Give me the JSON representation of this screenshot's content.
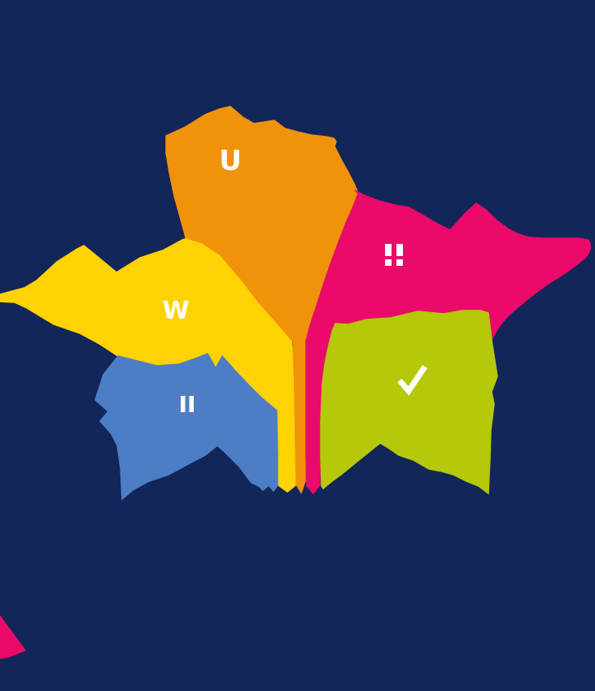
{
  "background_color": "#12265A",
  "map": {
    "kind": "stylized-france-zone-map",
    "symbol_color": "#FFFFFF",
    "regions": [
      {
        "id": "north",
        "color": "#F0930B",
        "symbol": "letter-U",
        "label": "U"
      },
      {
        "id": "west",
        "color": "#FFD203",
        "symbol": "letter-W",
        "label": "W"
      },
      {
        "id": "northeast",
        "color": "#E90A6A",
        "symbol": "double-exclamation-icon",
        "label": ""
      },
      {
        "id": "southwest",
        "color": "#4D7EC5",
        "symbol": "pause-icon",
        "label": ""
      },
      {
        "id": "southeast",
        "color": "#B5C80A",
        "symbol": "checkmark-icon",
        "label": ""
      }
    ],
    "fragment": {
      "id": "bottom-left-fragment",
      "color": "#E90A6A"
    }
  }
}
